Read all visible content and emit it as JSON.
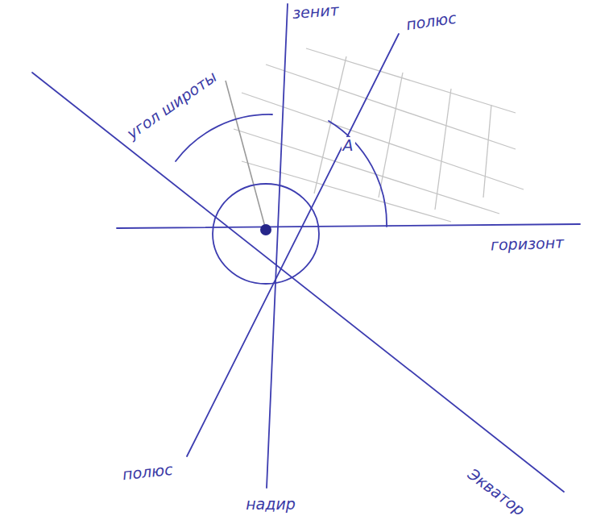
{
  "diagram": {
    "labels": [
      "зенит",
      "полюс",
      "угол широты",
      "A",
      "горизонт",
      "полюс",
      "надир",
      "Экватор"
    ]
  }
}
